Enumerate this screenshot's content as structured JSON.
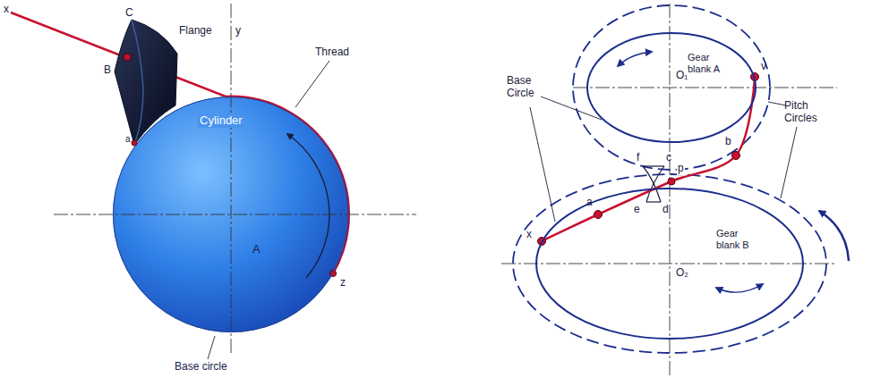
{
  "diagram": {
    "nodes": [
      {
        "text": [
          "Cylinder",
          "A"
        ]
      },
      {
        "text": [
          "Gear blank A"
        ]
      },
      {
        "text": [
          "Gear blank B"
        ]
      }
    ],
    "edges": [
      {
        "from": 2,
        "to": 1,
        "arrow": "none"
      }
    ],
    "labels": [
      "x",
      "C",
      "B",
      "a",
      "Flange",
      "y",
      "Thread",
      "z",
      "Base circle",
      "Base Circle",
      "Pitch Circles",
      "O₁",
      "v",
      "b",
      "f",
      "c",
      "p",
      "a",
      "e",
      "d",
      "x",
      "O₂"
    ]
  }
}
